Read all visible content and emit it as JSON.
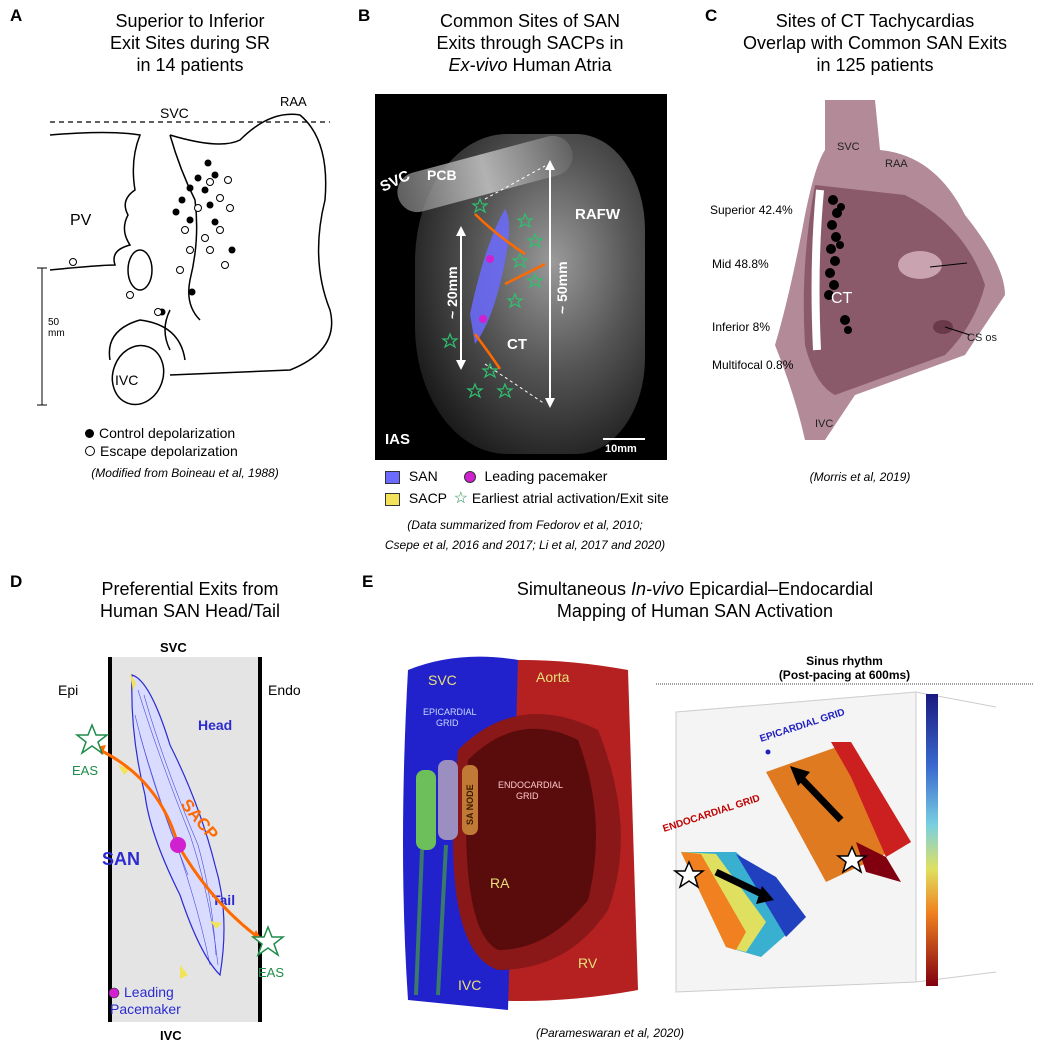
{
  "panelA": {
    "letter": "A",
    "title": [
      "Superior to Inferior",
      "Exit Sites during SR",
      "in 14 patients"
    ],
    "labels": {
      "svc": "SVC",
      "raa": "RAA",
      "pv": "PV",
      "ivc": "IVC",
      "scale1": "50",
      "scale2": "mm"
    },
    "legend": {
      "control": "Control depolarization",
      "escape": "Escape depolarization"
    },
    "citation": "(Modified from Boineau et al, 1988)"
  },
  "panelB": {
    "letter": "B",
    "title": [
      "Common Sites of SAN",
      "Exits through SACPs in"
    ],
    "title_italic": "Ex-vivo",
    "title_rest": " Human Atria",
    "labels": {
      "svc": "SVC",
      "pcb": "PCB",
      "rafw": "RAFW",
      "ct": "CT",
      "ias": "IAS",
      "d20": "~ 20mm",
      "d50": "~ 50mm",
      "scalebar": "10mm"
    },
    "legend": {
      "san": "SAN",
      "leading": "Leading pacemaker",
      "sacp": "SACP",
      "earliest": "Earliest atrial activation/Exit site"
    },
    "citation": [
      "(Data summarized from Fedorov et al, 2010;",
      "Csepe et al, 2016 and 2017; Li et al, 2017 and 2020)"
    ]
  },
  "panelC": {
    "letter": "C",
    "title": [
      "Sites of CT  Tachycardias",
      "Overlap with Common SAN Exits",
      "in 125 patients"
    ],
    "labels": {
      "svc": "SVC",
      "raa": "RAA",
      "ct": "CT",
      "csos": "CS os",
      "ivc": "IVC"
    },
    "sites": [
      "Superior 42.4%",
      "Mid 48.8%",
      "Inferior 8%",
      "Multifocal 0.8%"
    ],
    "citation": "(Morris et al, 2019)"
  },
  "panelD": {
    "letter": "D",
    "title": [
      "Preferential Exits from",
      "Human SAN Head/Tail"
    ],
    "labels": {
      "svc": "SVC",
      "ivc": "IVC",
      "epi": "Epi",
      "endo": "Endo",
      "head": "Head",
      "tail": "Tail",
      "sacp": "SACP",
      "san": "SAN",
      "eas_top": "EAS",
      "eas_bottom": "EAS",
      "leading1": "Leading",
      "leading2": "Pacemaker"
    }
  },
  "panelE": {
    "letter": "E",
    "title_line1_pre": "Simultaneous ",
    "title_line1_italic": "In-vivo",
    "title_line1_post": " Epicardial–Endocardial",
    "title_line2": "Mapping of Human SAN Activation",
    "labels": {
      "svc": "SVC",
      "aorta": "Aorta",
      "epigrid1": "EPICARDIAL",
      "epigrid2": "GRID",
      "endogrid1": "ENDOCARDIAL",
      "endogrid2": "GRID",
      "sanode": "SA NODE",
      "ra": "RA",
      "ivc": "IVC",
      "rv": "RV"
    },
    "map_title": [
      "Sinus rhythm",
      "(Post-pacing at 600ms)"
    ],
    "map_labels": {
      "epi": "EPICARDIAL GRID",
      "endo": "ENDOCARDIAL GRID"
    },
    "citation": "(Parameswaran et al, 2020)"
  },
  "colors": {
    "san_blue": "#2b2bd0",
    "sacp_orange": "#ff6a00",
    "eas_green": "#1e8c4a",
    "pacemaker_magenta": "#d020d0",
    "sacp_yellow": "#f2e35a"
  }
}
